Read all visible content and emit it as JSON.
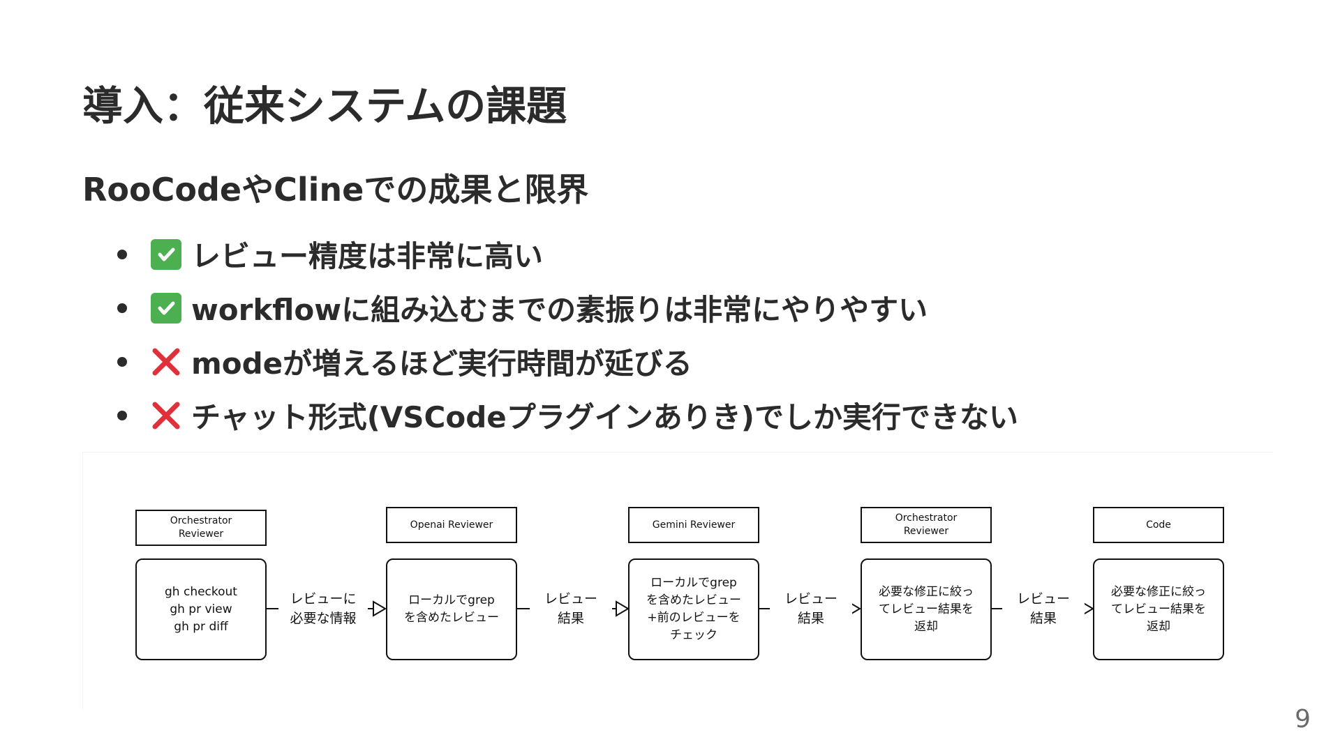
{
  "title": "導入：従来システムの課題",
  "subtitle": "RooCodeやClineでの成果と限界",
  "bullets": [
    {
      "mark": "check-mark-icon",
      "text": "レビュー精度は非常に高い"
    },
    {
      "mark": "check-mark-icon",
      "text": "workflowに組み込むまでの素振りは非常にやりやすい"
    },
    {
      "mark": "cross-mark-icon",
      "text": "modeが増えるほど実行時間が延びる"
    },
    {
      "mark": "cross-mark-icon",
      "text": "チャット形式(VSCodeプラグインありき)でしか実行できない"
    }
  ],
  "flow": {
    "stages": [
      {
        "label": "Orchestrator\nReviewer",
        "body": "gh checkout\ngh pr view\ngh pr diff"
      },
      {
        "label": "Openai Reviewer",
        "body": "ローカルでgrep\nを含めたレビュー"
      },
      {
        "label": "Gemini Reviewer",
        "body": "ローカルでgrep\nを含めたレビュー\n+前のレビューを\nチェック"
      },
      {
        "label": "Orchestrator\nReviewer",
        "body": "必要な修正に絞っ\nてレビュー結果を\n返却"
      },
      {
        "label": "Code",
        "body": "必要な修正に絞っ\nてレビュー結果を\n返却"
      }
    ],
    "edges": [
      "レビューに\n必要な情報",
      "レビュー\n結果",
      "レビュー\n結果",
      "レビュー\n結果"
    ]
  },
  "page_number": "9"
}
